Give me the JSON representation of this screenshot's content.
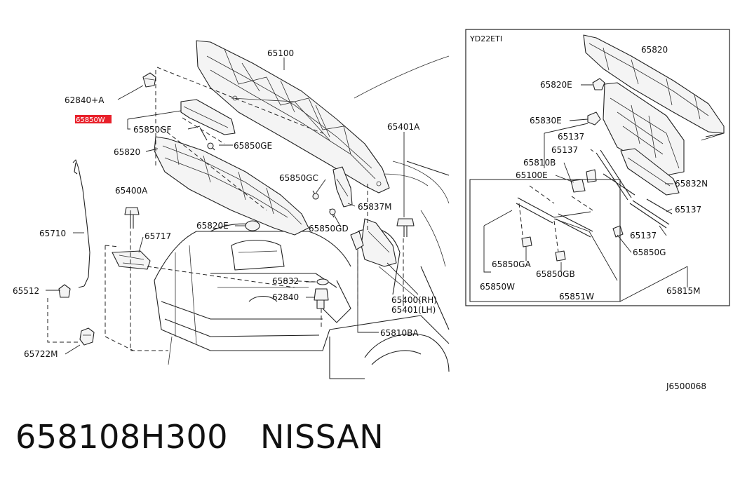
{
  "diagram": {
    "labels": {
      "p65100": "65100",
      "p62840a": "62840+A",
      "p65850w_hl": "65850W",
      "p65850gf": "65850GF",
      "p65850ge": "65850GE",
      "p65820": "65820",
      "p65401a": "65401A",
      "p65850gc": "65850GC",
      "p65837m": "65837M",
      "p65400a": "65400A",
      "p65850gd": "65850GD",
      "p65710": "65710",
      "p65717": "65717",
      "p65820e": "65820E",
      "p65512": "65512",
      "p65832": "65832",
      "p62840": "62840",
      "p65400rh": "65400(RH)",
      "p65401lh": "65401(LH)",
      "p65722m": "65722M",
      "p65810ba": "65810BA",
      "ref_code": "J6500068"
    },
    "inset": {
      "engine": "YD22ETI",
      "p65820": "65820",
      "p65820e": "65820E",
      "p65830e": "65830E",
      "p65137_a": "65137",
      "p65137_b": "65137",
      "p65810b": "65810B",
      "p65100e": "65100E",
      "p65832n": "65832N",
      "p65137_c": "65137",
      "p65137_d": "65137",
      "p65850g": "65850G",
      "p65850ga": "65850GA",
      "p65850w": "65850W",
      "p65850gb": "65850GB",
      "p65851w": "65851W",
      "p65815m": "65815M"
    }
  },
  "footer": {
    "part_number": "658108H300",
    "brand": "NISSAN"
  },
  "colors": {
    "highlight": "#e8202a",
    "line": "#222222"
  }
}
